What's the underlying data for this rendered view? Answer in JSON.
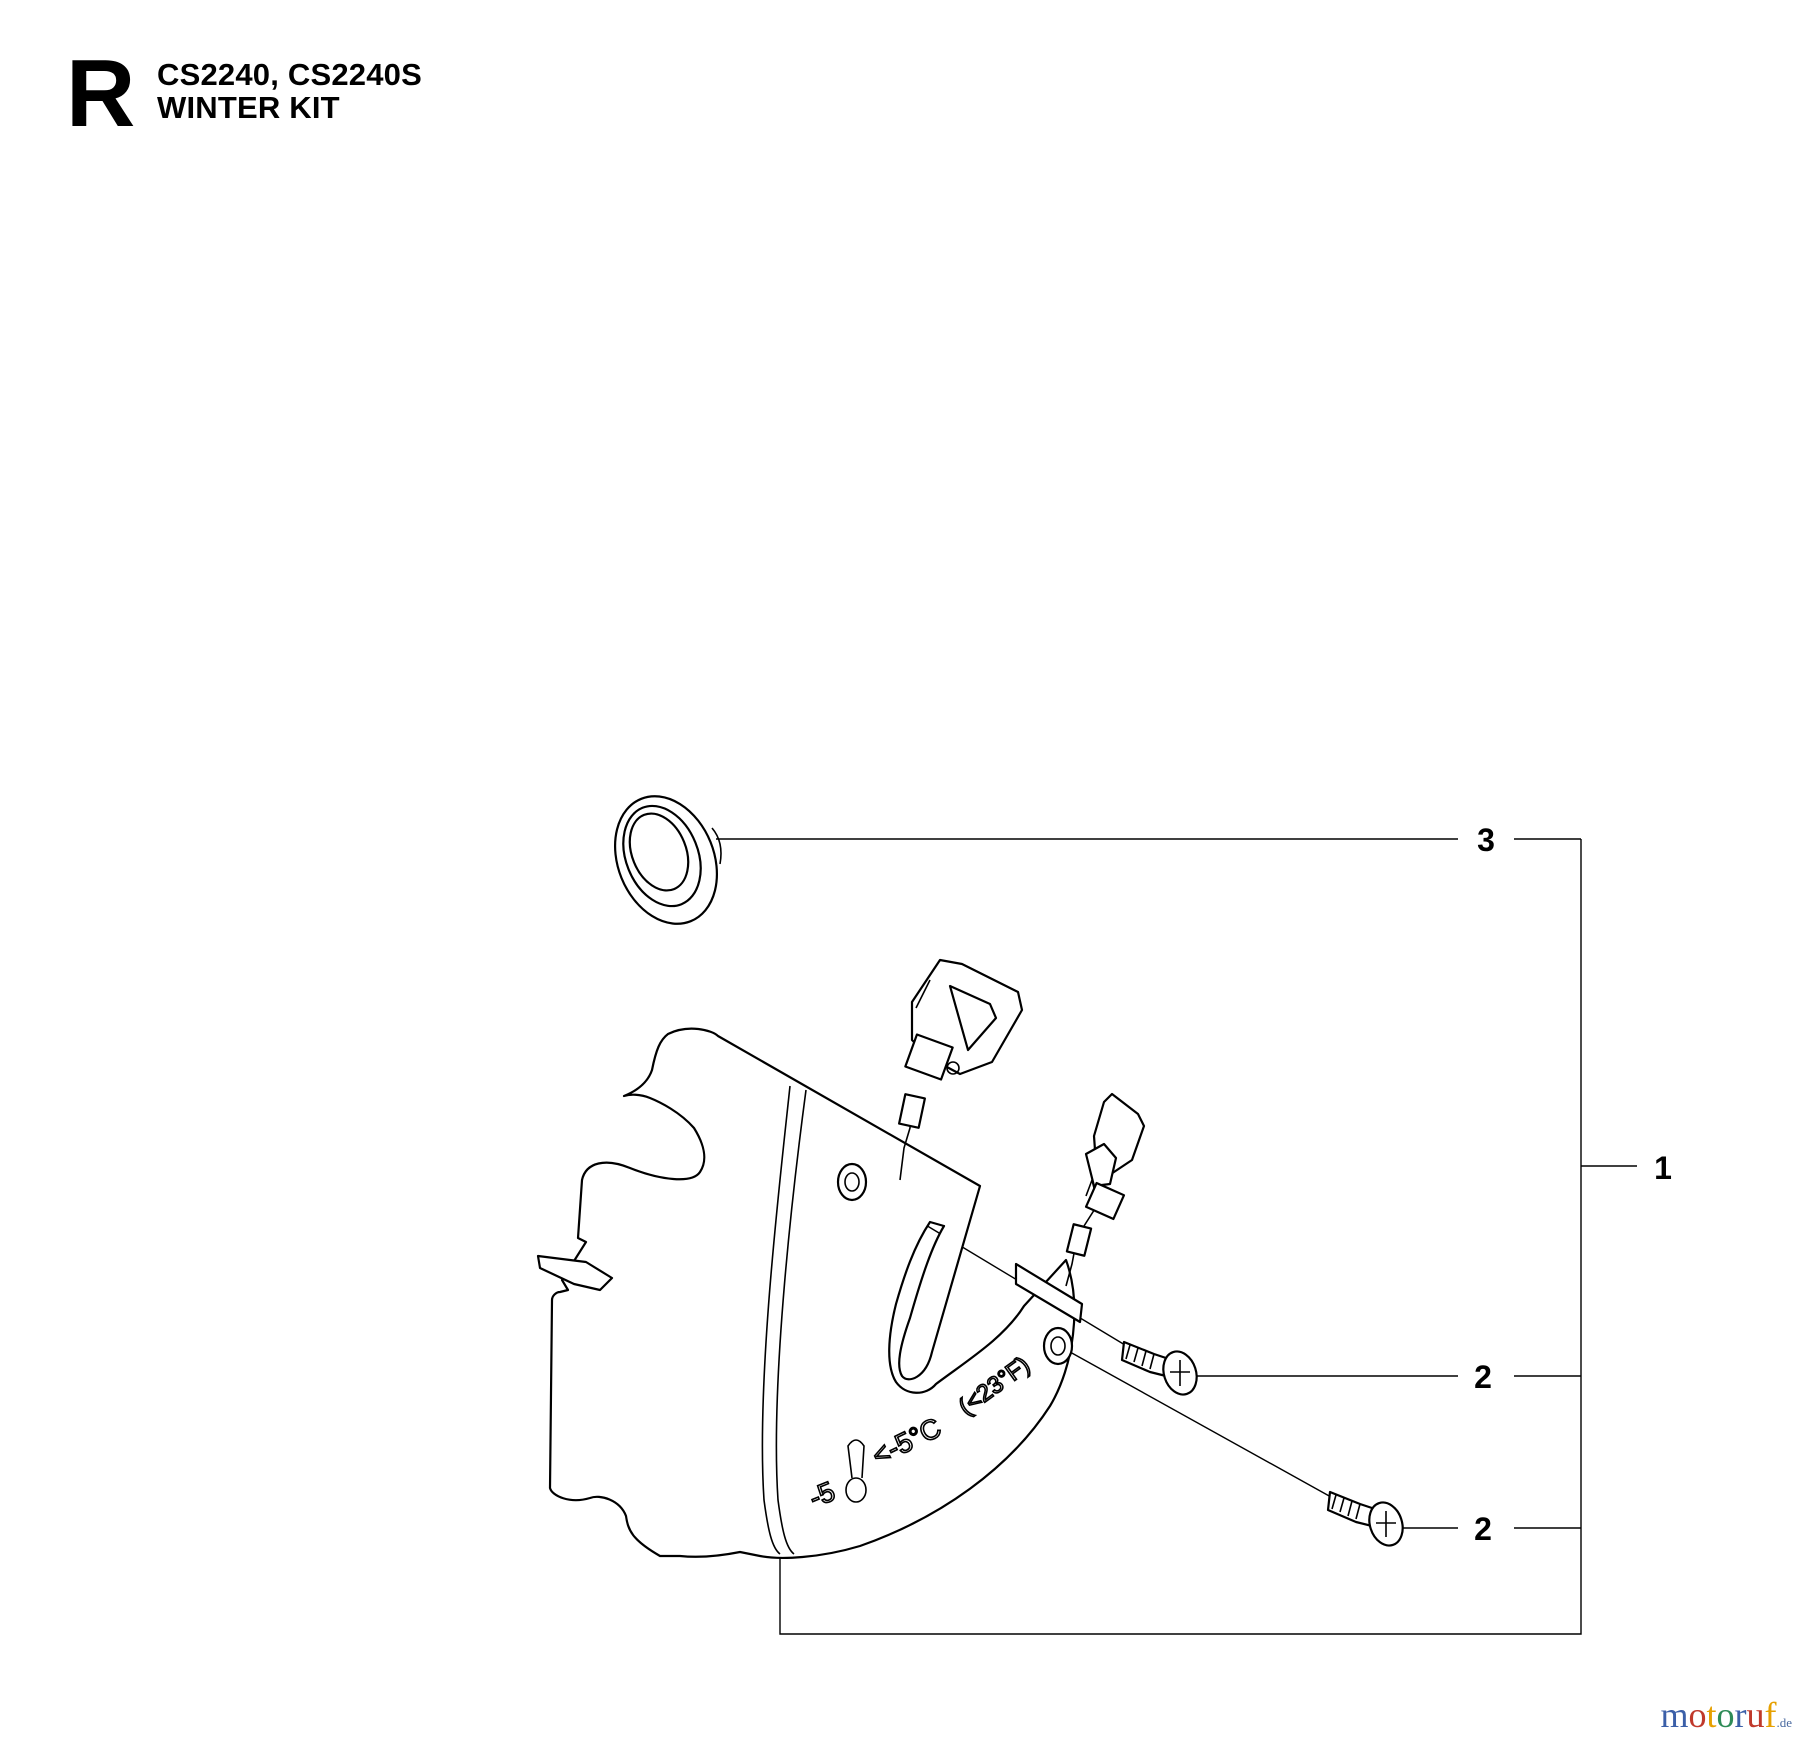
{
  "header": {
    "section_letter": "R",
    "models": "CS2240, CS2240S",
    "title": "WINTER KIT"
  },
  "callouts": {
    "grommet": "3",
    "kit": "1",
    "screw_upper": "2",
    "screw_lower": "2"
  },
  "cover_markings": {
    "temp_low": "-5",
    "temp_mid": "<-5°C",
    "temp_high": "(<23°F)"
  },
  "watermark": {
    "logo_text": "motoruf",
    "suffix": ".de",
    "colors": [
      "#3b5fa8",
      "#c0392b",
      "#e6a000",
      "#2e8b57"
    ]
  }
}
